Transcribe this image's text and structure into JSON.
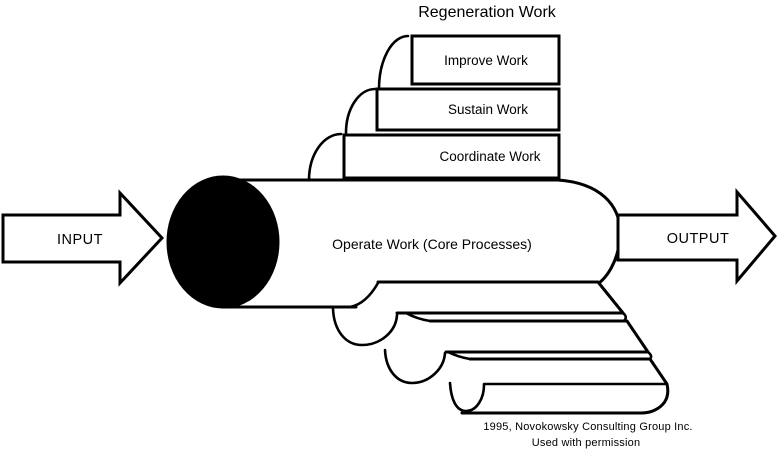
{
  "diagram": {
    "title": "Regeneration Work",
    "regeneration_boxes": [
      {
        "label": "Improve Work"
      },
      {
        "label": "Sustain Work"
      },
      {
        "label": "Coordinate Work"
      }
    ],
    "cylinder_label": "Operate Work  (Core Processes)",
    "input_label": "INPUT",
    "output_label": "OUTPUT",
    "attribution_line1": "1995, Novokowsky Consulting Group Inc.",
    "attribution_line2": "Used with permission",
    "colors": {
      "line": "#000000",
      "shape_fill": "#ffffff",
      "end_cap": "#000000",
      "background": "#ffffff"
    }
  }
}
